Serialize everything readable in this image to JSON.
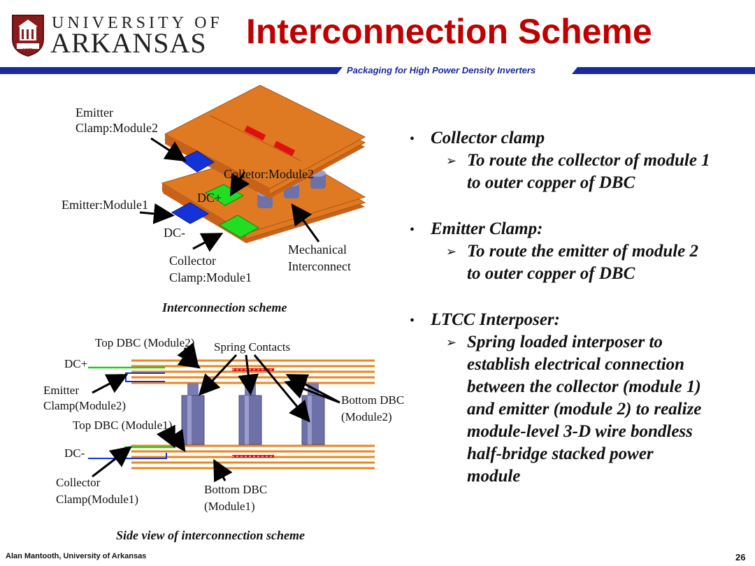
{
  "header": {
    "logo_line1": "UNIVERSITY OF",
    "logo_line2": "ARKANSAS",
    "logo_year": "1871",
    "title": "Interconnection Scheme",
    "subtitle": "Packaging for High Power Density Inverters"
  },
  "figure_top": {
    "labels": {
      "emitter_clamp_1": "Emitter",
      "emitter_clamp_2": "Clamp:Module2",
      "colletor_module2": "Colletor:Module2",
      "dc_plus": "DC+",
      "emitter_module1": "Emitter:Module1",
      "dc_minus": "DC-",
      "collector_clamp_1": "Collector",
      "collector_clamp_2": "Clamp:Module1",
      "mechanical_1": "Mechanical",
      "mechanical_2": "Interconnect"
    },
    "caption": "Interconnection scheme"
  },
  "figure_bottom": {
    "labels": {
      "top_dbc_module2": "Top DBC (Module2)",
      "spring_contacts": "Spring Contacts",
      "dc_plus": "DC+",
      "emitter_clamp_1": "Emitter",
      "emitter_clamp_2": "Clamp(Module2)",
      "top_dbc_module1": "Top DBC (Module1)",
      "bottom_dbc_m2_1": "Bottom DBC",
      "bottom_dbc_m2_2": "(Module2)",
      "dc_minus": "DC-",
      "collector_clamp_1": "Collector",
      "collector_clamp_2": "Clamp(Module1)",
      "bottom_dbc_m1_1": "Bottom DBC",
      "bottom_dbc_m1_2": "(Module1)"
    },
    "caption": "Side view of interconnection scheme"
  },
  "bullets": [
    {
      "title": "Collector clamp",
      "sub": [
        "To route the collector of module 1",
        "to outer copper of DBC"
      ]
    },
    {
      "title": "Emitter Clamp:",
      "sub": [
        "To route the emitter of module 2",
        "to outer copper of DBC"
      ]
    },
    {
      "title": "LTCC Interposer:",
      "sub": [
        "Spring loaded interposer to",
        "establish electrical connection",
        "between the collector (module 1)",
        "and emitter (module 2) to realize",
        "module-level 3-D wire bondless",
        "half-bridge stacked power",
        "module"
      ]
    }
  ],
  "symbols": {
    "bullet": "•",
    "sub_arrow": "➢"
  },
  "footer": {
    "author": "Alan Mantooth, University of Arkansas",
    "page": "26"
  },
  "colors": {
    "title": "#c00000",
    "accent": "#1a2a9c",
    "copper": "#e07a22",
    "emitter_blue": "#1432d8",
    "collector_green": "#22dd22",
    "post": "#6e70a8"
  }
}
